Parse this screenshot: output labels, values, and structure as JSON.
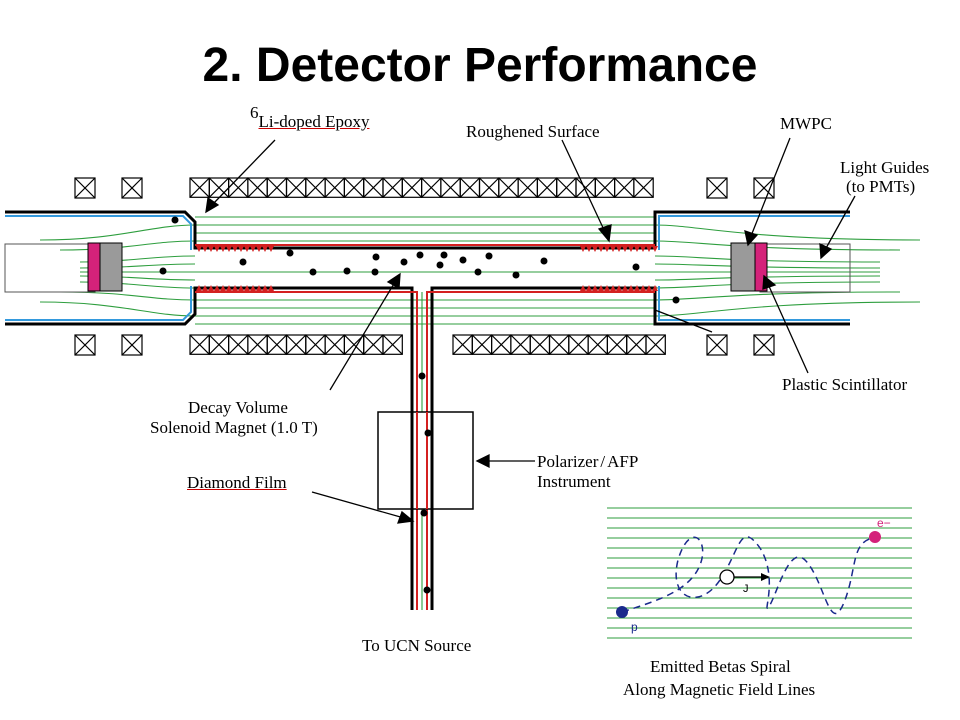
{
  "slide": {
    "title": "2. Detector Performance"
  },
  "labels": {
    "epoxy_sup": "6",
    "epoxy": "Li-doped Epoxy",
    "roughened": "Roughened Surface",
    "mwpc": "MWPC",
    "light_guides_1": "Light Guides",
    "light_guides_2": "(to PMTs)",
    "plastic": "Plastic Scintillator",
    "decay_1": "Decay Volume",
    "decay_2": "Solenoid Magnet (1.0 T)",
    "polarizer_1": "Polarizer",
    "polarizer_slash": "/",
    "polarizer_2": "AFP",
    "polarizer_3": "Instrument",
    "diamond": "Diamond Film",
    "ucn": "To UCN Source",
    "betas_1": "Emitted Betas Spiral",
    "betas_2": "Along Magnetic Field Lines"
  },
  "inset": {
    "electron": "e−",
    "proton": "p",
    "spin": "J"
  },
  "colors": {
    "field_lines": "#2e9e3e",
    "red_film": "#d42020",
    "blue_guide": "#3399dd",
    "scintillator": "#d4227a",
    "mwpc_gray": "#9a9a9a",
    "electron": "#d4227a",
    "proton": "#1a2a8c"
  }
}
